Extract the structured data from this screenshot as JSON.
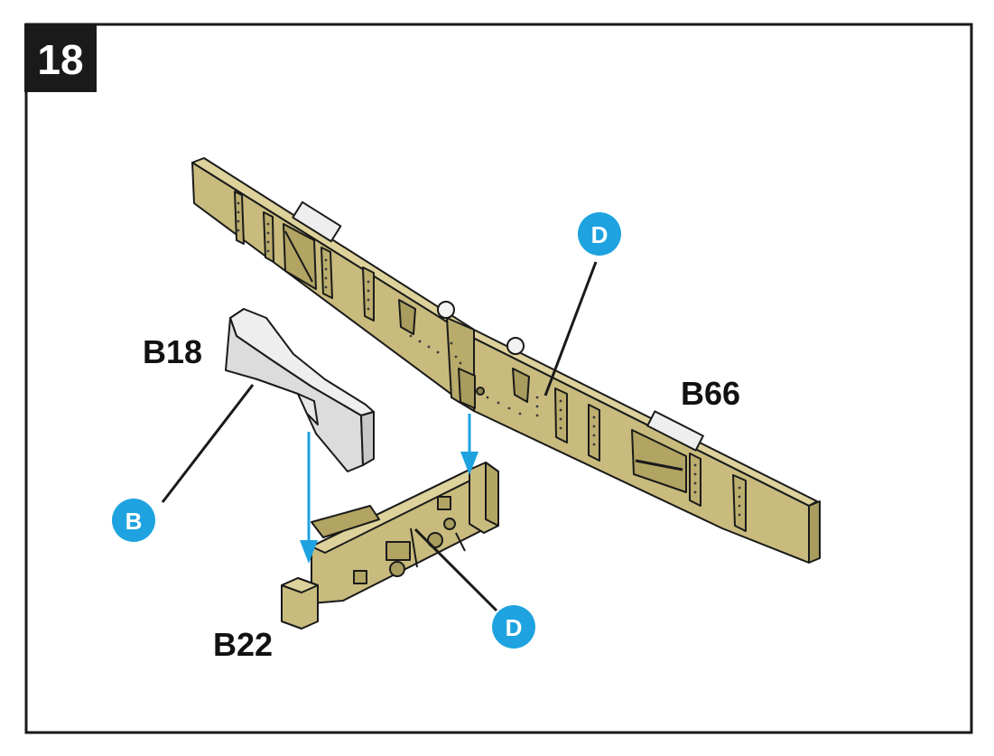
{
  "step": {
    "number": "18"
  },
  "parts": {
    "b18": "B18",
    "b66": "B66",
    "b22": "B22"
  },
  "callouts": {
    "b_color": "B",
    "d_color_top": "D",
    "d_color_bottom": "D"
  },
  "colors": {
    "paint_tan": "#c8bb7d",
    "paint_tan_dark": "#a89c5e",
    "paint_tan_light": "#ddd29b",
    "grey_part": "#dcdcdc",
    "callout_blue": "#1ea3e0",
    "arrow_blue": "#1ea3e0",
    "line": "#1a1a1a"
  }
}
